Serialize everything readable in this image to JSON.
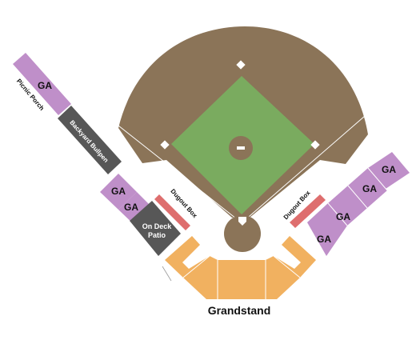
{
  "colors": {
    "dirt": "#8b7458",
    "grass": "#7aab5f",
    "ga": "#bf8fc9",
    "premium": "#575757",
    "dugout": "#de6e6e",
    "grandstand": "#f1b160",
    "white": "#ffffff",
    "text_dark": "#111111",
    "text_light": "#ffffff"
  },
  "sections": {
    "picnic_porch": {
      "label": "Picnic Porch",
      "section": "GA"
    },
    "backyard_bullpen": {
      "label": "Backyard Bullpen"
    },
    "ga_left_upper": {
      "label": "GA"
    },
    "ga_left_lower": {
      "label": "GA"
    },
    "on_deck_patio": {
      "line1": "On Deck",
      "line2": "Patio"
    },
    "dugout_box_left": {
      "label": "Dugout Box"
    },
    "dugout_box_right": {
      "label": "Dugout Box"
    },
    "ga_right": [
      "GA",
      "GA",
      "GA",
      "GA"
    ],
    "grandstand": {
      "label": "Grandstand"
    }
  }
}
